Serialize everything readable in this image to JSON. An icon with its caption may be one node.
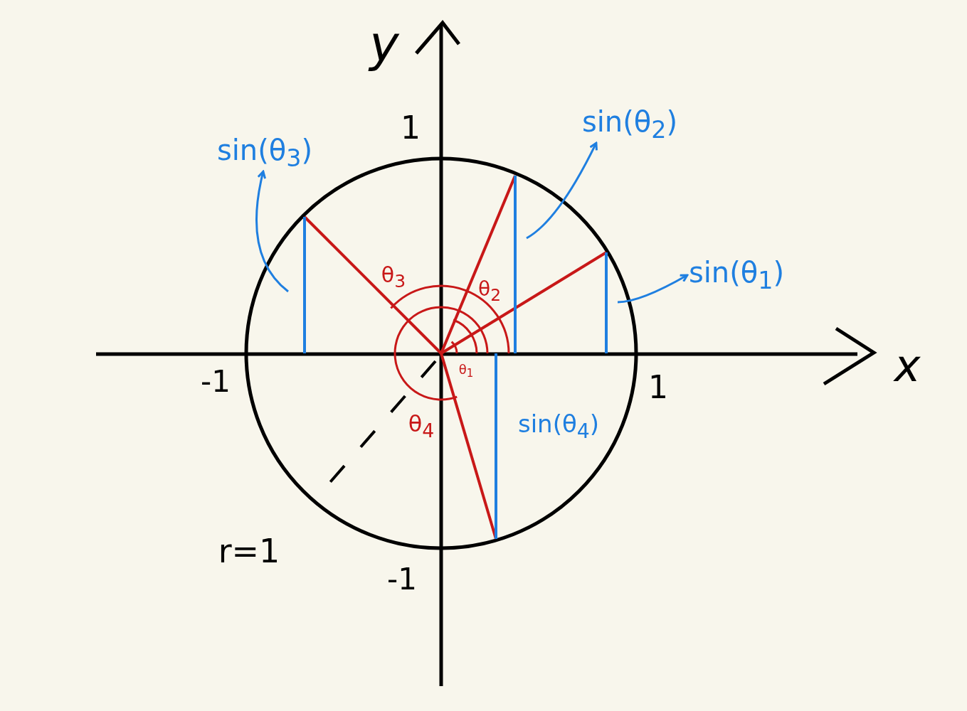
{
  "diagram": {
    "nodes": [
      {
        "text": [
          "sin(θ$_{1}$)"
        ]
      },
      {
        "text": [
          "sin(θ$_{2}$)"
        ]
      },
      {
        "text": [
          "sin(θ$_{3}$)"
        ]
      }
    ],
    "edges": [
      {
        "from": null,
        "to": 0,
        "arrow": "to"
      },
      {
        "from": null,
        "to": 1,
        "arrow": "to"
      },
      {
        "from": null,
        "to": 2,
        "arrow": "to"
      }
    ],
    "labels": [
      "y",
      "1",
      "θ$_{3}$",
      "θ$_{2}$",
      "x",
      "-1",
      "θ$_{1}$",
      "1",
      "θ$_{4}$",
      "sin(θ$_{4}$)",
      "r=1",
      "-1"
    ]
  }
}
